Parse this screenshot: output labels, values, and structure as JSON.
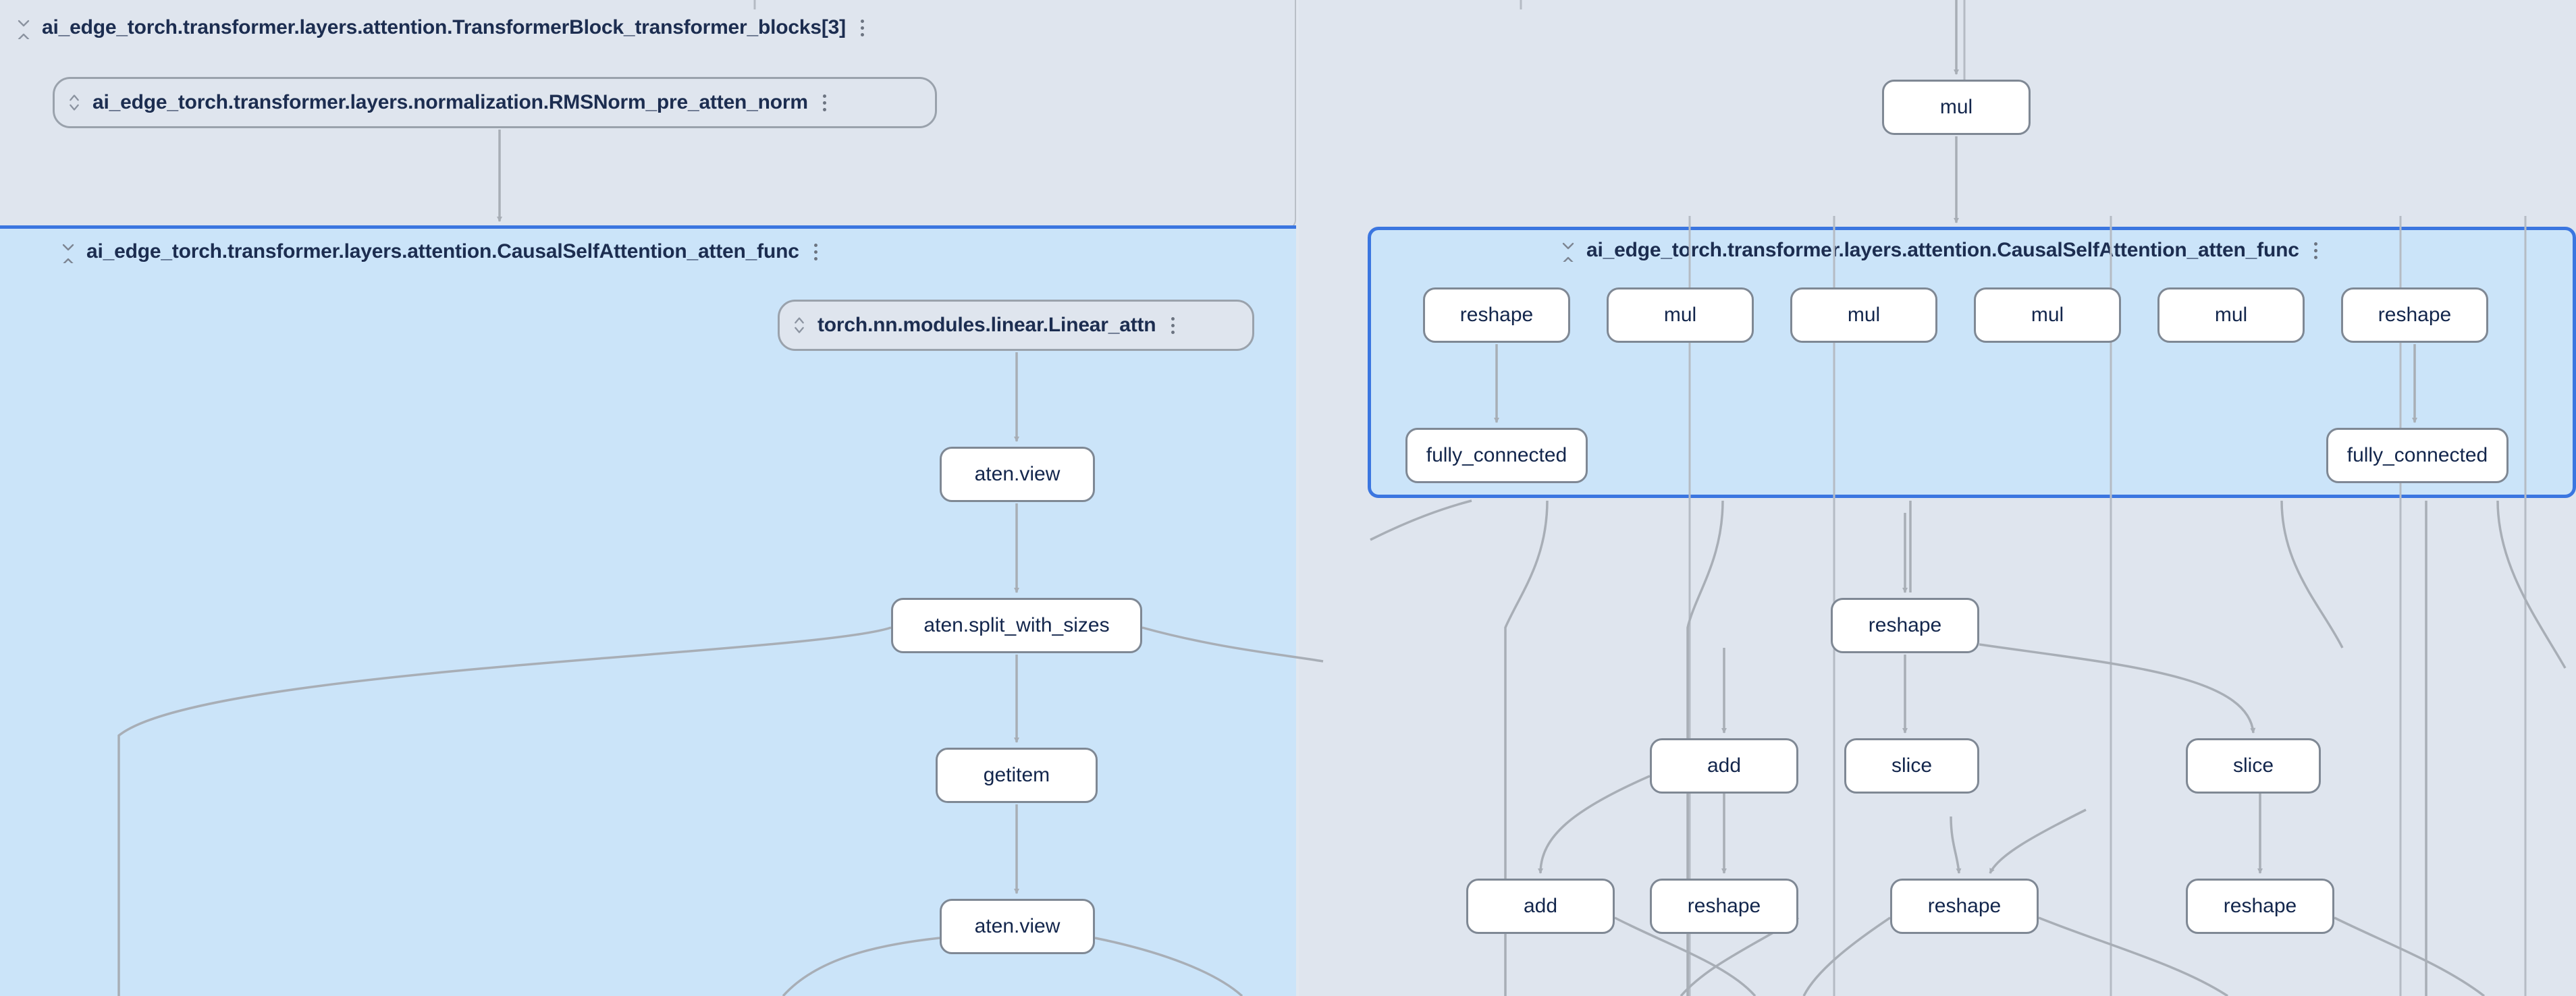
{
  "app": {
    "kind": "model-graph-explorer",
    "canvas_background": "#e2e7ef",
    "selected_group_fill": "#cbe4f9",
    "selected_group_border": "#3b76e0",
    "plain_group_fill": "#dfe5ee",
    "plain_group_border": "#b9bfc7",
    "node_fill": "#ffffff",
    "node_border": "#7f8894",
    "edge_color": "#a8aeb6",
    "text_color": "#13264c"
  },
  "left_pane": {
    "transformer_block_group": {
      "title": "ai_edge_torch.transformer.layers.attention.TransformerBlock_transformer_blocks[3]",
      "collapse_icon": "expand-collapse-icon",
      "menu_icon": "more-vert-icon"
    },
    "rmsnorm_module": {
      "title": "ai_edge_torch.transformer.layers.normalization.RMSNorm_pre_atten_norm",
      "collapse_icon": "expand-collapse-icon",
      "menu_icon": "more-vert-icon"
    },
    "attention_group": {
      "title": "ai_edge_torch.transformer.layers.attention.CausalSelfAttention_atten_func",
      "collapse_icon": "expand-collapse-icon",
      "menu_icon": "more-vert-icon",
      "selected": true
    },
    "linear_module": {
      "title": "torch.nn.modules.linear.Linear_attn",
      "collapse_icon": "expand-collapse-icon",
      "menu_icon": "more-vert-icon"
    },
    "nodes": [
      {
        "id": "l-view-1",
        "label": "aten.view"
      },
      {
        "id": "l-split",
        "label": "aten.split_with_sizes"
      },
      {
        "id": "l-getitem",
        "label": "getitem"
      },
      {
        "id": "l-view-2",
        "label": "aten.view"
      }
    ]
  },
  "right_pane": {
    "top_node": {
      "id": "r-mul-top",
      "label": "mul"
    },
    "attention_group": {
      "title": "ai_edge_torch.transformer.layers.attention.CausalSelfAttention_atten_func",
      "collapse_icon": "expand-collapse-icon",
      "menu_icon": "more-vert-icon",
      "selected": true
    },
    "inner_nodes": [
      {
        "id": "r-reshape-a",
        "label": "reshape"
      },
      {
        "id": "r-mul-1",
        "label": "mul"
      },
      {
        "id": "r-mul-2",
        "label": "mul"
      },
      {
        "id": "r-mul-3",
        "label": "mul"
      },
      {
        "id": "r-mul-4",
        "label": "mul"
      },
      {
        "id": "r-reshape-b",
        "label": "reshape"
      },
      {
        "id": "r-fc-1",
        "label": "fully_connected"
      },
      {
        "id": "r-fc-2",
        "label": "fully_connected"
      }
    ],
    "outer_nodes": [
      {
        "id": "r-reshape-c",
        "label": "reshape"
      },
      {
        "id": "r-add-1",
        "label": "add"
      },
      {
        "id": "r-slice-1",
        "label": "slice"
      },
      {
        "id": "r-slice-2",
        "label": "slice"
      },
      {
        "id": "r-add-2",
        "label": "add"
      },
      {
        "id": "r-reshape-d",
        "label": "reshape"
      },
      {
        "id": "r-reshape-e",
        "label": "reshape"
      },
      {
        "id": "r-reshape-f",
        "label": "reshape"
      }
    ]
  }
}
